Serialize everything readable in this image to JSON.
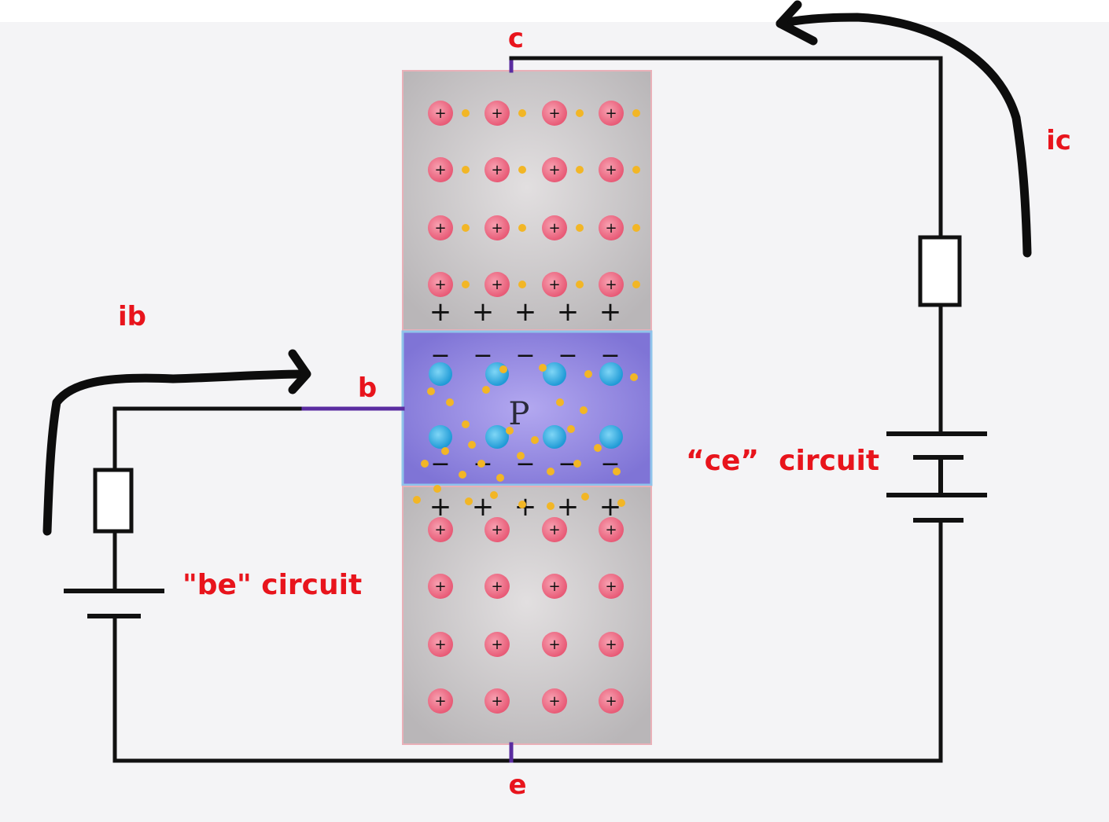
{
  "labels": {
    "collector": "c",
    "base": "b",
    "emitter": "e",
    "base_current": "ib",
    "collector_current": "ic",
    "be_circuit": "\"be\" circuit",
    "ce_circuit": "“ce”  circuit",
    "p_region": "P"
  },
  "charges": {
    "plus": "+",
    "minus": "−"
  },
  "colors": {
    "label_red": "#e8141c",
    "wire": "#111111",
    "lead_purple": "#5a2ca0",
    "n_region": "#c9c6c8",
    "p_region": "#8d82de",
    "positive_ion": "#ee6f86",
    "negative_ion": "#3db4e4",
    "electron": "#f2b626"
  }
}
